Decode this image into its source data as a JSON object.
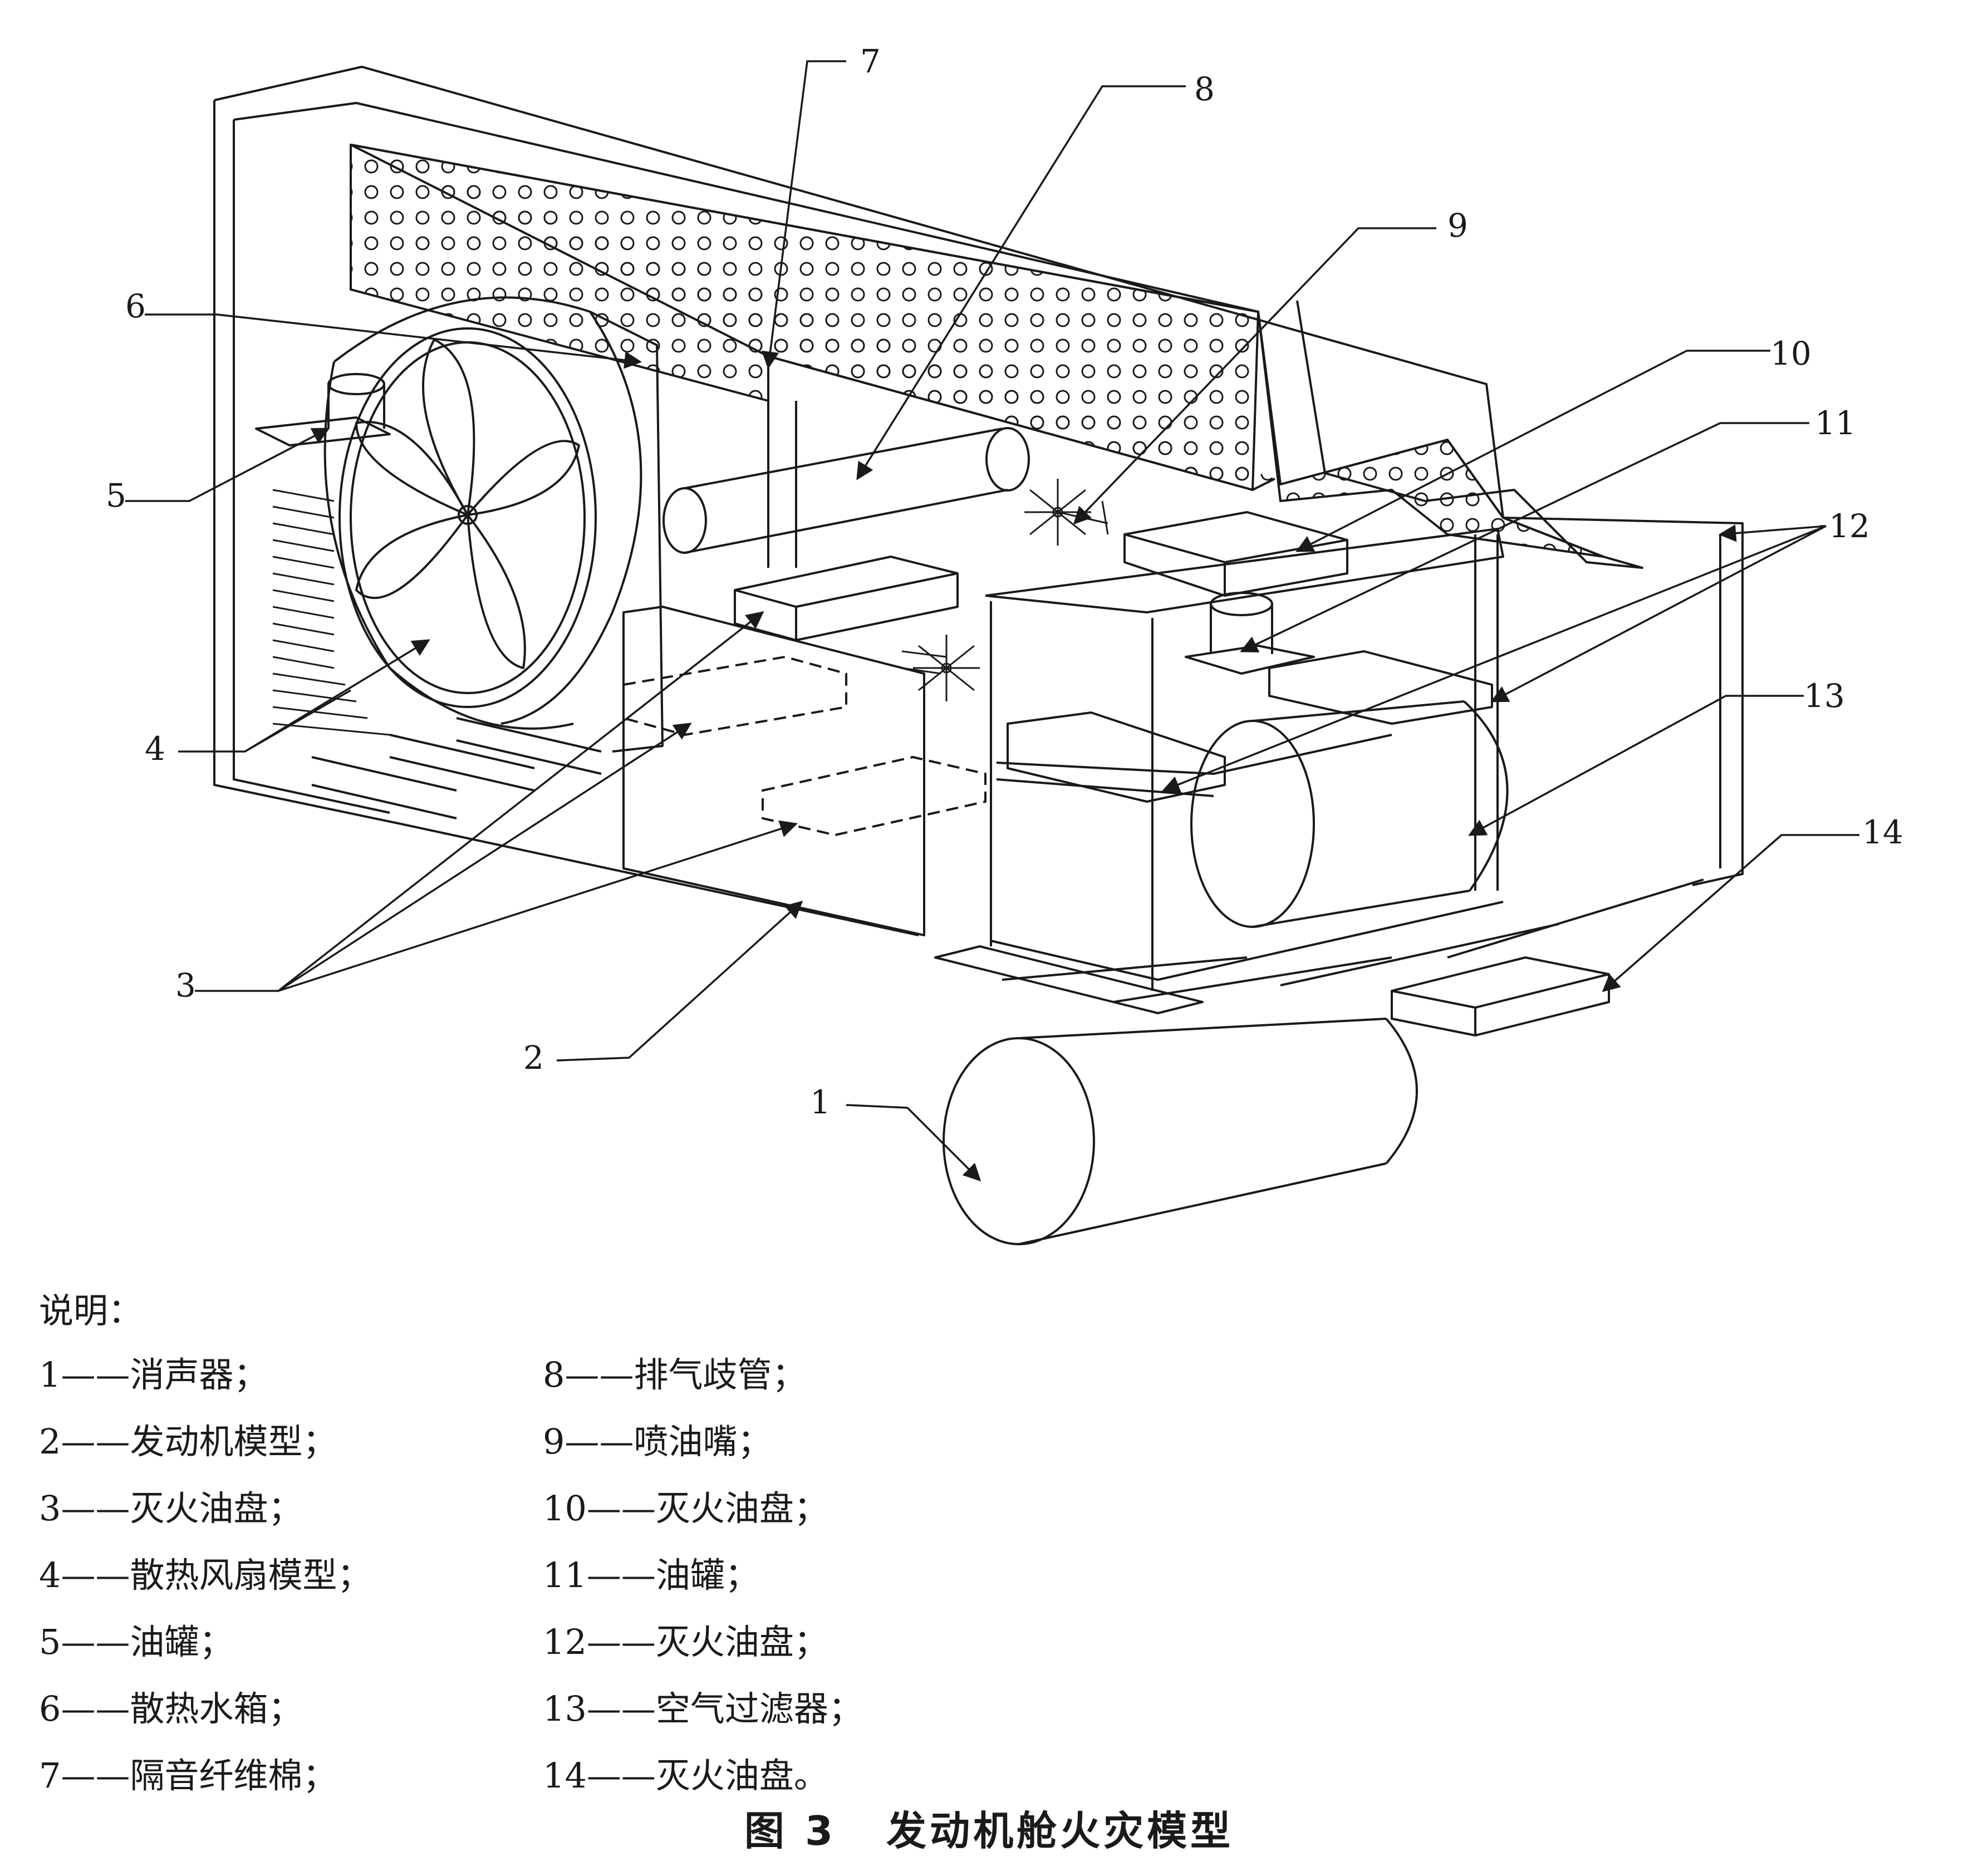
{
  "callouts": [
    "1",
    "2",
    "3",
    "4",
    "5",
    "6",
    "7",
    "8",
    "9",
    "10",
    "11",
    "12",
    "13",
    "14"
  ],
  "legend": {
    "title": "说明：",
    "dash": "——",
    "left": [
      {
        "num": "1",
        "text": "消声器；"
      },
      {
        "num": "2",
        "text": "发动机模型；"
      },
      {
        "num": "3",
        "text": "灭火油盘；"
      },
      {
        "num": "4",
        "text": "散热风扇模型；"
      },
      {
        "num": "5",
        "text": "油罐；"
      },
      {
        "num": "6",
        "text": "散热水箱；"
      },
      {
        "num": "7",
        "text": "隔音纤维棉；"
      }
    ],
    "right": [
      {
        "num": "8",
        "text": "排气歧管；"
      },
      {
        "num": "9",
        "text": "喷油嘴；"
      },
      {
        "num": "10",
        "text": "灭火油盘；"
      },
      {
        "num": "11",
        "text": "油罐；"
      },
      {
        "num": "12",
        "text": "灭火油盘；"
      },
      {
        "num": "13",
        "text": "空气过滤器；"
      },
      {
        "num": "14",
        "text": "灭火油盘。"
      }
    ]
  },
  "caption": {
    "fig": "图 3",
    "title": "发动机舱火灾模型"
  }
}
